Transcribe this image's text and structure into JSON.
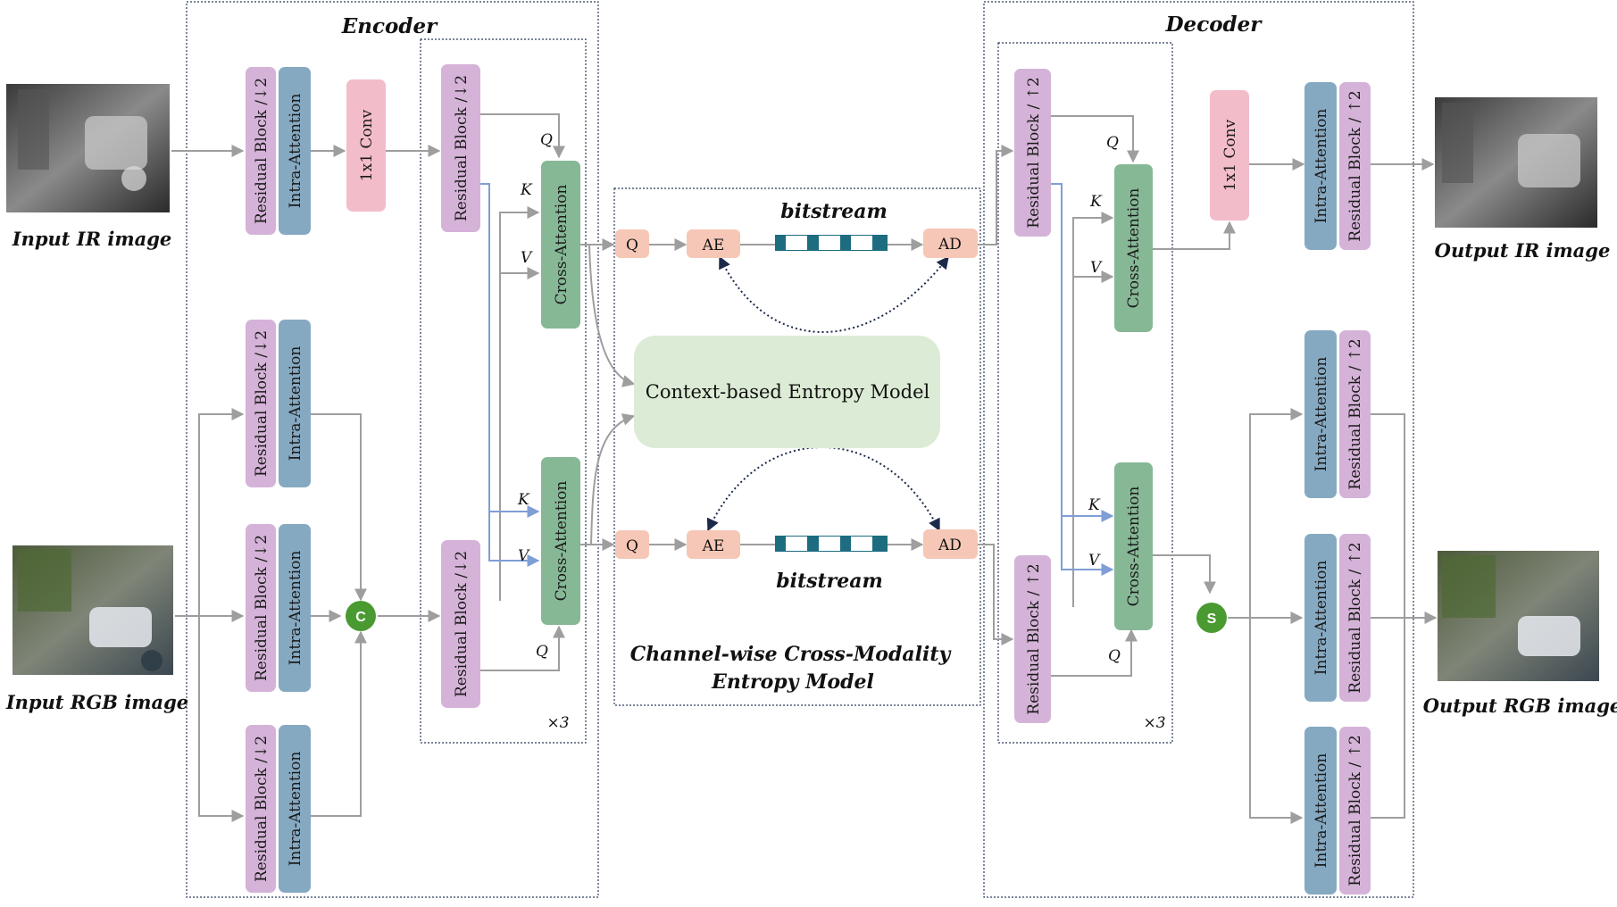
{
  "encoder": {
    "title": "Encoder",
    "repeat": "×3",
    "residual_down": "Residual Block /↓2",
    "intra_attention": "Intra-Attention",
    "conv": "1x1 Conv",
    "cross_attention": "Cross-Attention",
    "concat_symbol": "C"
  },
  "decoder": {
    "title": "Decoder",
    "repeat": "×3",
    "residual_up_top": "Residual Block / ↑2",
    "residual_up_bottom": "Residual Block / ↑2",
    "residual_up": "Residual Block / ↑2",
    "intra_attention": "Intra-Attention",
    "conv": "1x1 Conv",
    "cross_attention": "Cross-Attention",
    "split_symbol": "S"
  },
  "entropy": {
    "title_line1": "Channel-wise Cross-Modality",
    "title_line2": "Entropy Model",
    "context_model": "Context-based Entropy Model",
    "bitstream": "bitstream",
    "q": "Q",
    "ae": "AE",
    "ad": "AD"
  },
  "attention_labels": {
    "q": "Q",
    "k": "K",
    "v": "V"
  },
  "io": {
    "input_ir": "Input IR image",
    "input_rgb": "Input RGB image",
    "output_ir": "Output IR image",
    "output_rgb": "Output RGB image"
  },
  "colors": {
    "residual": "#d5b3d8",
    "intra": "#86a9c2",
    "conv": "#f3bcc9",
    "cross": "#86b896",
    "qae": "#f6c7b6",
    "context": "#dcebd5",
    "circle": "#4a9a32",
    "arrow": "#9e9e9e",
    "blue_arrow": "#7f9ed6",
    "dark": "#1c2a4a",
    "bit_teal": "#1d6c80"
  }
}
